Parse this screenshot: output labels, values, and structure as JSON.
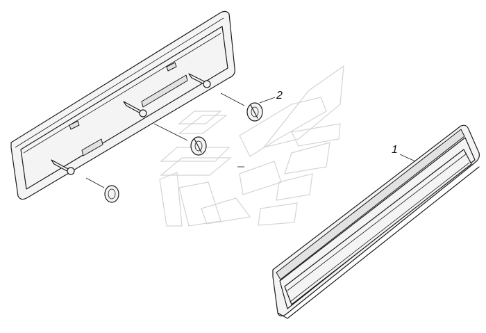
{
  "callouts": [
    {
      "id": "part-1",
      "label": "1"
    },
    {
      "id": "part-2",
      "label": "2"
    }
  ],
  "colors": {
    "line": "#1a1a1a",
    "watermark": "#d4d4d4",
    "background": "#ffffff"
  }
}
